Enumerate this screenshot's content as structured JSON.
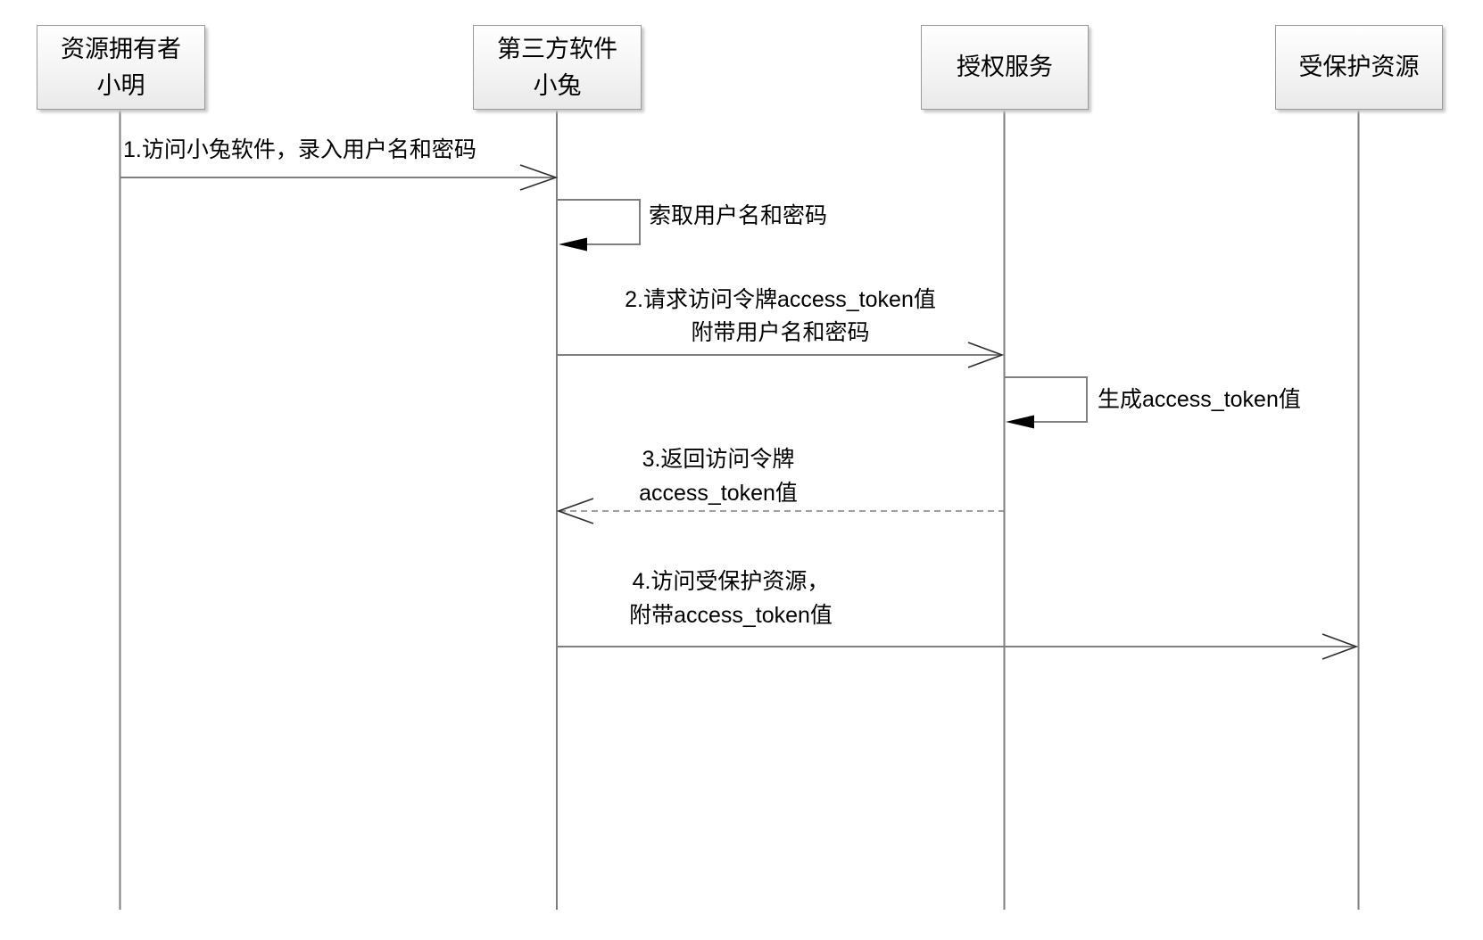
{
  "actors": [
    {
      "lines": [
        "资源拥有者",
        "小明"
      ]
    },
    {
      "lines": [
        "第三方软件",
        "小兔"
      ]
    },
    {
      "lines": [
        "授权服务"
      ]
    },
    {
      "lines": [
        "受保护资源"
      ]
    }
  ],
  "messages": [
    {
      "lines": [
        "1.访问小兔软件，录入用户名和密码"
      ],
      "style": "solid"
    },
    {
      "lines": [
        "2.请求访问令牌access_token值",
        "附带用户名和密码"
      ],
      "style": "solid"
    },
    {
      "lines": [
        "3.返回访问令牌",
        "access_token值"
      ],
      "style": "dashed"
    },
    {
      "lines": [
        "4.访问受保护资源，",
        "附带access_token值"
      ],
      "style": "solid"
    }
  ],
  "self_messages": [
    {
      "label": "索取用户名和密码"
    },
    {
      "label": "生成access_token值"
    }
  ],
  "colors": {
    "background": "#ffffff",
    "box_border": "#9a9a9a",
    "box_gradient_top": "#ffffff",
    "box_gradient_bottom": "#e9e9e9",
    "box_shadow": "#c9c9c9",
    "line_gray": "#7f7f7f",
    "arrowhead_open": "#2e2e2e",
    "arrowhead_filled": "#000000",
    "text": "#000000"
  }
}
